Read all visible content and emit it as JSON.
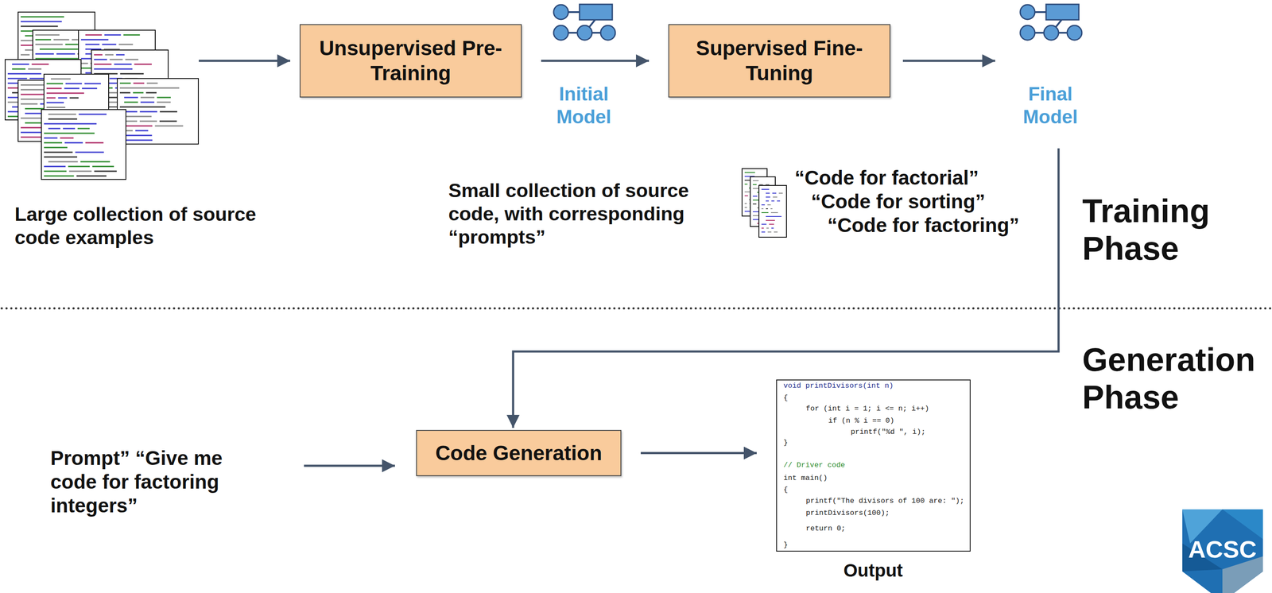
{
  "diagram": {
    "nodes": [
      {
        "text": [
          "Unsupervised Pre-Training"
        ]
      },
      {
        "text": [
          "Supervised Fine-Tuning"
        ]
      },
      {
        "text": [
          "Code Generation"
        ]
      },
      {
        "text": [
          "void printDivisors(int n)",
          "{",
          "for (int i = 1; i <= n; i++)",
          "if (n % i == 0)",
          "printf(\"%d \", i);",
          "}",
          "// Driver code",
          "int main()",
          "{",
          "printf(\"The divisors of 100 are: \");",
          "printDivisors(100);",
          "return 0;",
          "}"
        ]
      }
    ],
    "edges": [
      {
        "from": 0,
        "to": 1,
        "arrow": "to"
      },
      {
        "from": 2,
        "to": 3,
        "arrow": "to"
      }
    ],
    "labels": [
      "Large collection of source code examples",
      "Initial Model",
      "Final Model",
      "Small collection of source code, with corresponding “prompts”",
      "“Code for factorial”",
      "“Code for sorting”",
      "“Code for factoring”",
      "Training Phase",
      "Generation Phase",
      "Prompt” “Give me code for factoring integers”",
      "Output",
      "ACSC"
    ]
  }
}
